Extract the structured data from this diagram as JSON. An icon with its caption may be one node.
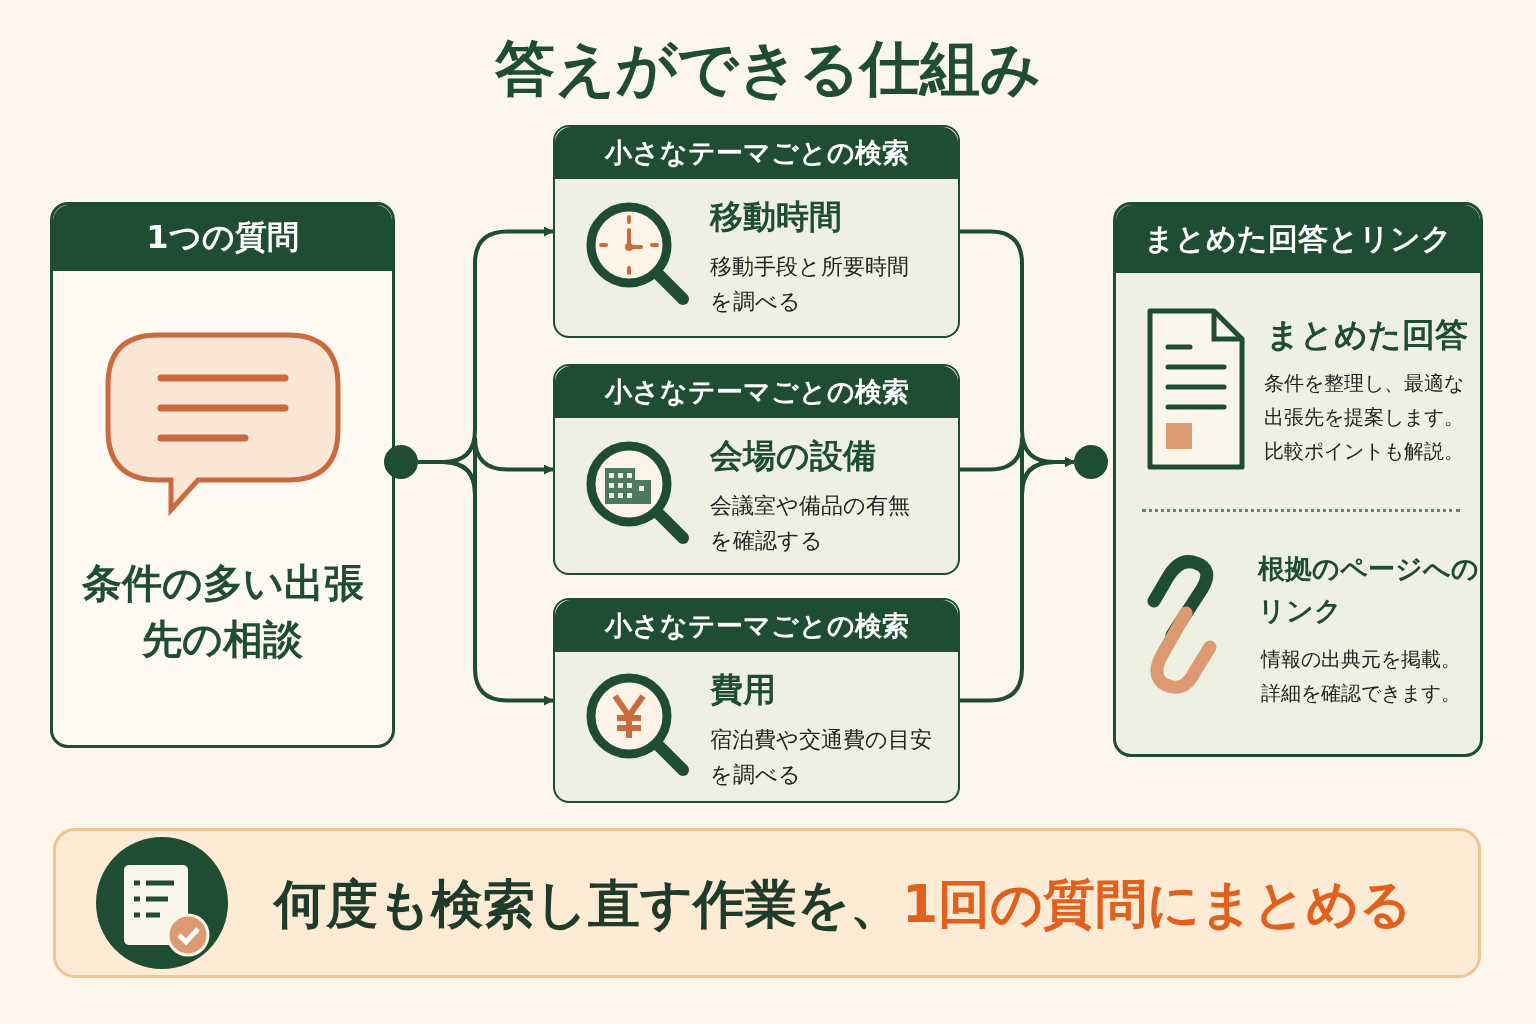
{
  "diagram": {
    "title": "答えができる仕組み",
    "nodes": [
      {
        "text": [
          "1つの質問",
          "条件の多い出張先の相談"
        ]
      },
      {
        "text": [],
        "shape": "circle"
      },
      {
        "text": [
          "小さなテーマごとの検索",
          "移動時間",
          "移動手段と所要時間を調べる"
        ]
      },
      {
        "text": [
          "小さなテーマごとの検索",
          "会場の設備",
          "会議室や備品の有無を確認する"
        ]
      },
      {
        "text": [
          "小さなテーマごとの検索",
          "費用",
          "宿泊費や交通費の目安を調べる"
        ]
      },
      {
        "text": [],
        "shape": "circle"
      },
      {
        "text": [
          "まとめた回答とリンク",
          "まとめた回答",
          "条件を整理し、最適な出張先を提案します。比較ポイントも解説。",
          "根拠のページへのリンク",
          "情報の出典元を掲載。詳細を確認できます。"
        ]
      },
      {
        "text": [
          "何度も検索し直す作業を、",
          "1回の質問にまとめる"
        ]
      }
    ],
    "edges": [
      {
        "from": 1,
        "to": 2,
        "arrow": "to"
      },
      {
        "from": 1,
        "to": 3,
        "arrow": "to"
      },
      {
        "from": 1,
        "to": 4,
        "arrow": "to"
      },
      {
        "from": 2,
        "to": 5,
        "arrow": "to"
      },
      {
        "from": 3,
        "to": 5,
        "arrow": "to"
      },
      {
        "from": 4,
        "to": 5,
        "arrow": "to"
      }
    ]
  }
}
